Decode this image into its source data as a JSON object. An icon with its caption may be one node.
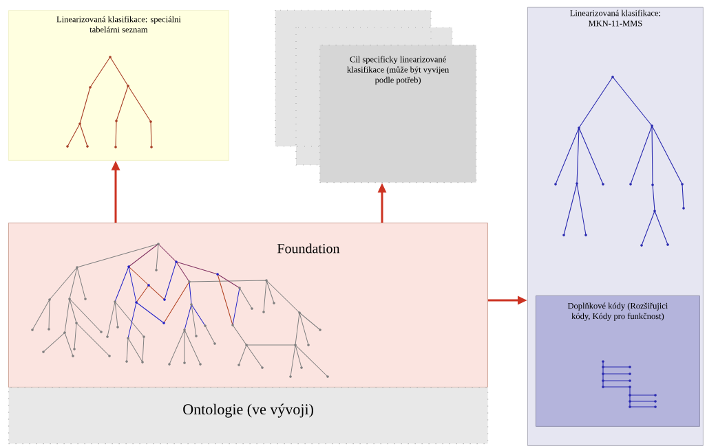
{
  "diagram": {
    "nodes": [
      {
        "text": [
          "Linearizovaná klasifikace: speciálni tabelárni seznam"
        ]
      },
      {
        "text": [
          "Cil specificky linearizované klasifikace (může být vyvijen podle potřeb)"
        ]
      },
      {
        "text": [
          "Linearizovaná klasifikace: MKN-11-MMS"
        ]
      },
      {
        "text": [
          "Doplňkové kódy (Rozšiřujici kódy, Kódy pro funkčnost)"
        ],
        "in": 2
      },
      {
        "text": [
          "Foundation"
        ]
      },
      {
        "text": [
          "Ontologie (ve vývoji)"
        ]
      }
    ],
    "edges": [
      {
        "from": 4,
        "to": 0,
        "arrow": "to"
      },
      {
        "from": 4,
        "to": 1,
        "arrow": "to"
      },
      {
        "from": 4,
        "to": 2,
        "arrow": "to"
      }
    ]
  }
}
